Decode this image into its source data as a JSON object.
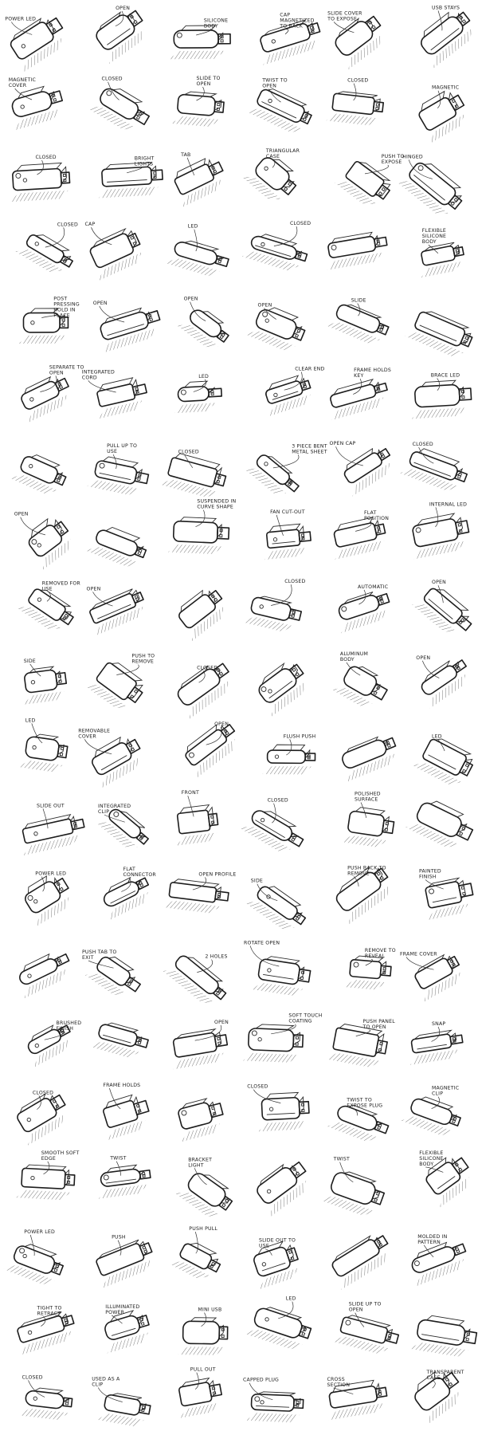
{
  "sheet": {
    "ink_color": "#1d1d1d",
    "paper_color": "#ffffff"
  },
  "notes": [
    "POWER LED",
    "CLOSED",
    "TAB",
    "CLOSED",
    "SLIDE",
    "BRACE LED",
    "OPEN",
    "OPEN",
    "CLOSED",
    "FLUSH PUSH",
    "POLISHED SURFACE",
    "PAINTED FINISH",
    "BRUSHED FINISH",
    "FRAME HOLDS",
    "BRACKET LIGHT",
    "SLIDE OUT TO USE",
    "SLIDE UP TO OPEN",
    "TRANSPARENT CASE",
    "MAGNETIC COVER",
    "BRIGHT LIGHTS",
    "LED",
    "OPEN",
    "FRAME HOLDS KEY",
    "CLOSED",
    "REMOVED FOR USE",
    "PUSH TO REMOVE",
    "OPEN",
    "CLOSED",
    "PUSH BACK TO REMOVE",
    "FRAME COVER",
    "CLOSED",
    "TWIST",
    "PUSH PULL",
    "LED",
    "CROSS SECTION",
    "USB STAYS",
    "CLOSED",
    "CAP",
    "OPEN",
    "CLEAR END",
    "OPEN CAP",
    "INTERNAL LED",
    "SIDE",
    "REMOVABLE COVER",
    "FRONT",
    "SIDE",
    "REMOVE TO REVEAL",
    "SNAP",
    "SMOOTH SOFT EDGE",
    "PUSH",
    "MINI USB",
    "CAPPED PLUG",
    "SLIDE COVER TO EXPOSE",
    "MAGNETIC",
    "CLOSED",
    "OPEN",
    "LED",
    "3 PIECE BENT METAL SHEET",
    "FLAT POSITION",
    "OPEN",
    "LED",
    "INTEGRATED CLIP",
    "OPEN PROFILE",
    "ROTATE OPEN",
    "PUSH PANEL TO OPEN",
    "MAGNETIC CLIP",
    "POWER LED",
    "ILLUMINATED POWER",
    "PULL OUT",
    "CAP MAGNETIZED TO BACK",
    "CLOSED",
    "HINGED",
    "POST PRESSING HOLD IN PLACE",
    "INTEGRATED CORD",
    "CLOSED",
    "FAN CUT-OUT",
    "AUTOMATIC",
    "OPEN",
    "SLIDE OUT",
    "FLAT CONNECTOR",
    "2 HOLES",
    "SOFT TOUCH COATING",
    "TWIST TO EXPOSE PLUG",
    "FLEXIBLE SILICONE BODY",
    "TIGHT TO RETRACT",
    "USED AS A CLIP",
    "SILICONE BODY",
    "TWIST TO OPEN",
    "PUSH TO EXPOSE",
    "FLEXIBLE SILICONE BODY",
    "SEPARATE TO OPEN",
    "PULL UP TO USE",
    "SUSPENDED IN CURVE SHAPE",
    "CLOSED",
    "ALUMINUM BODY",
    "LED",
    "POWER LED",
    "PUSH TAB TO EXIT",
    "OPEN",
    "CLOSED",
    "TWIST",
    "MOLDED IN PATTERN",
    "CLOSED",
    "OPEN",
    "SLIDE TO OPEN",
    "TRIANGULAR CASE"
  ],
  "sketch_ids": [
    "usb-drive-sketch"
  ]
}
